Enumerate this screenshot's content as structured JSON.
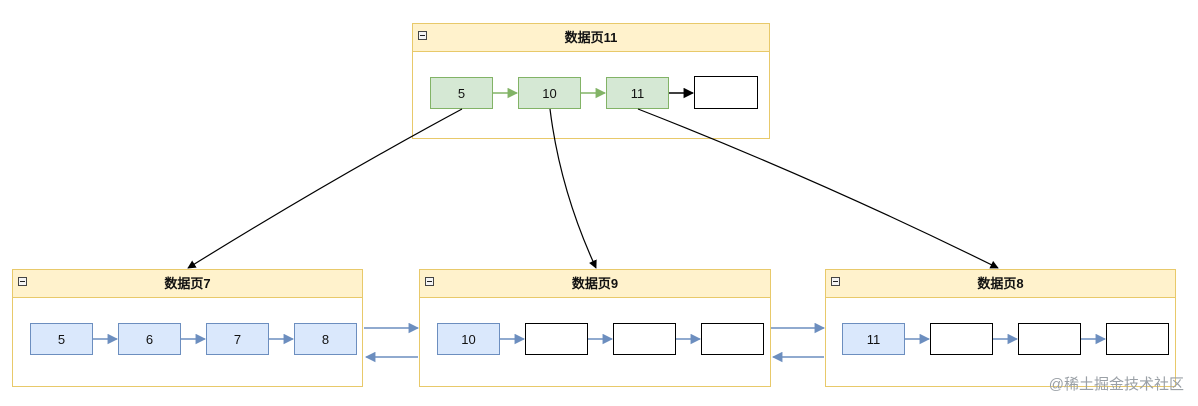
{
  "pages": {
    "root": {
      "title": "数据页11",
      "records": [
        "5",
        "10",
        "11",
        ""
      ]
    },
    "left": {
      "title": "数据页7",
      "records": [
        "5",
        "6",
        "7",
        "8"
      ]
    },
    "middle": {
      "title": "数据页9",
      "records": [
        "10",
        "",
        "",
        ""
      ]
    },
    "right": {
      "title": "数据页8",
      "records": [
        "11",
        "",
        "",
        ""
      ]
    }
  },
  "colors": {
    "page_header_fill": "#fff2cc",
    "page_border": "#e8c96a",
    "green_fill": "#d5e8d4",
    "green_stroke": "#82b366",
    "blue_fill": "#dae8fc",
    "blue_stroke": "#6c8ebf"
  },
  "watermark": "@稀土掘金技术社区"
}
